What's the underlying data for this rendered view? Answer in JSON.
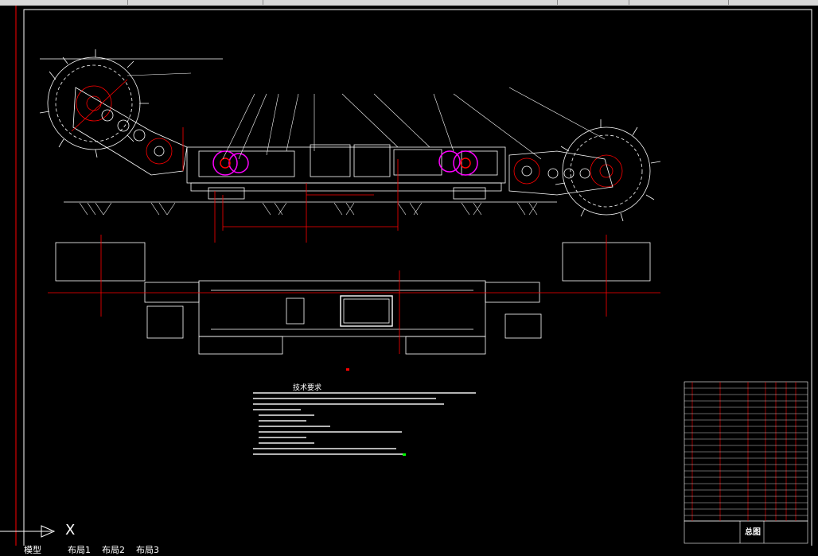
{
  "app": {
    "layout_tabs": [
      "模型",
      "布局1",
      "布局2",
      "布局3"
    ],
    "ucs_label": "X"
  },
  "drawing": {
    "tech_req_title": "技术要求",
    "title_block_name": "总图"
  },
  "colors": {
    "background": "#000000",
    "line_white": "#ffffff",
    "line_red": "#ff0000",
    "line_magenta": "#ff00ff",
    "accent_green": "#00ff00"
  }
}
